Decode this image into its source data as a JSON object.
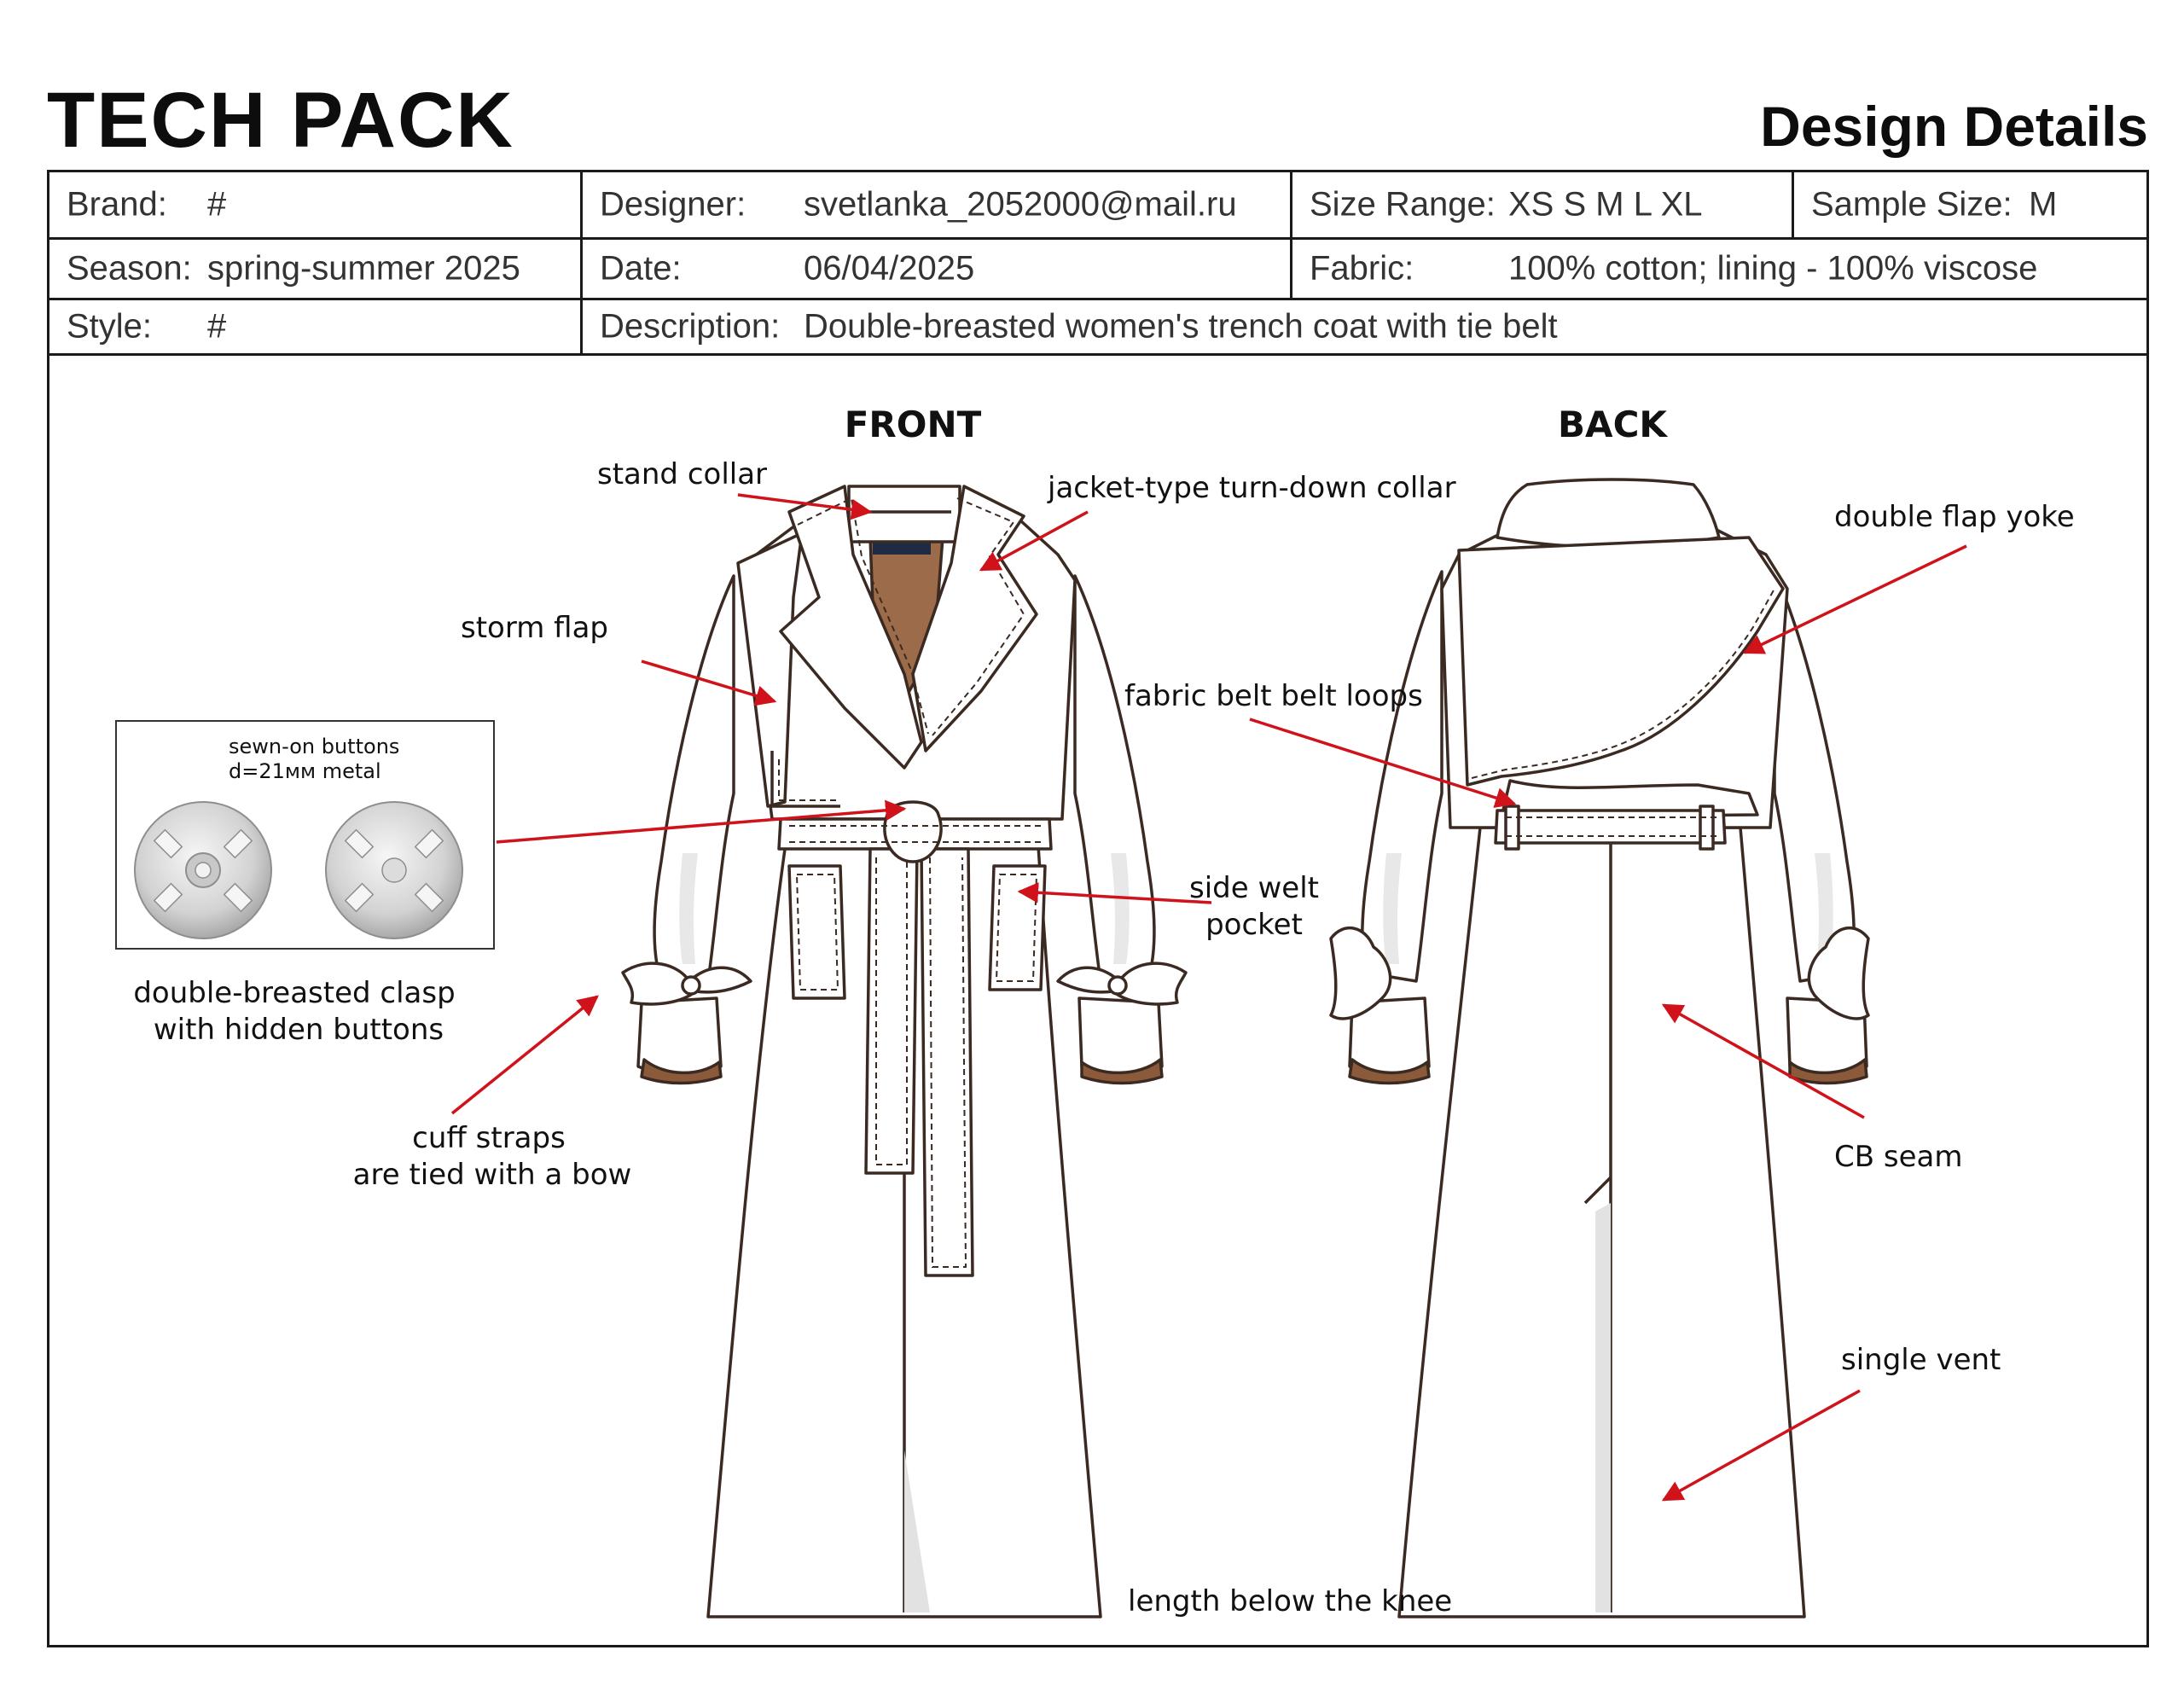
{
  "header": {
    "title": "TECH PACK",
    "subtitle": "Design Details"
  },
  "spec": {
    "brand_label": "Brand:",
    "brand": "#",
    "designer_label": "Designer:",
    "designer": "svetlanka_2052000@mail.ru",
    "size_range_label": "Size Range:",
    "size_range": "XS S M L XL",
    "sample_size_label": "Sample Size:",
    "sample_size": "M",
    "season_label": "Season:",
    "season": "spring-summer 2025",
    "date_label": "Date:",
    "date": "06/04/2025",
    "fabric_label": "Fabric:",
    "fabric": "100% cotton; lining - 100% viscose",
    "style_label": "Style:",
    "style": "#",
    "description_label": "Description:",
    "description": "Double-breasted women's trench coat with tie belt"
  },
  "views": {
    "front": "FRONT",
    "back": "BACK"
  },
  "callouts": {
    "stand_collar": "stand collar",
    "turn_down_collar": "jacket-type turn-down collar",
    "storm_flap": "storm flap",
    "belt_loops": "fabric belt belt loops",
    "side_welt_pocket_1": "side welt",
    "side_welt_pocket_2": "pocket",
    "clasp_1": "double-breasted clasp",
    "clasp_2": "with hidden buttons",
    "cuff_straps_1": "cuff straps",
    "cuff_straps_2": "are tied with a bow",
    "length": "length below the knee",
    "double_flap_yoke": "double flap yoke",
    "cb_seam": "CB seam",
    "single_vent": "single vent"
  },
  "buttons_inset": {
    "line1": "sewn-on buttons",
    "line2": "d=21мм metal"
  },
  "colors": {
    "outline": "#3b2a22",
    "arrow": "#d0121b",
    "lining": "#9b6b4a",
    "label_navy": "#1f2a44",
    "shade": "#e4e4e4"
  }
}
